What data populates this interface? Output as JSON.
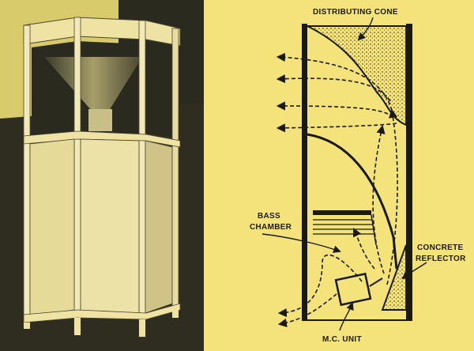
{
  "colors": {
    "background": "#f3e37a",
    "ink": "#1a1a12",
    "photo_dark": "#2a2a1e",
    "photo_mid": "#8a845a"
  },
  "diagram": {
    "labels": {
      "distributing_cone": "DISTRIBUTING CONE",
      "bass_chamber_line1": "BASS",
      "bass_chamber_line2": "CHAMBER",
      "concrete_reflector_line1": "CONCRETE",
      "concrete_reflector_line2": "REFLECTOR",
      "mc_unit": "M.C. UNIT"
    }
  }
}
